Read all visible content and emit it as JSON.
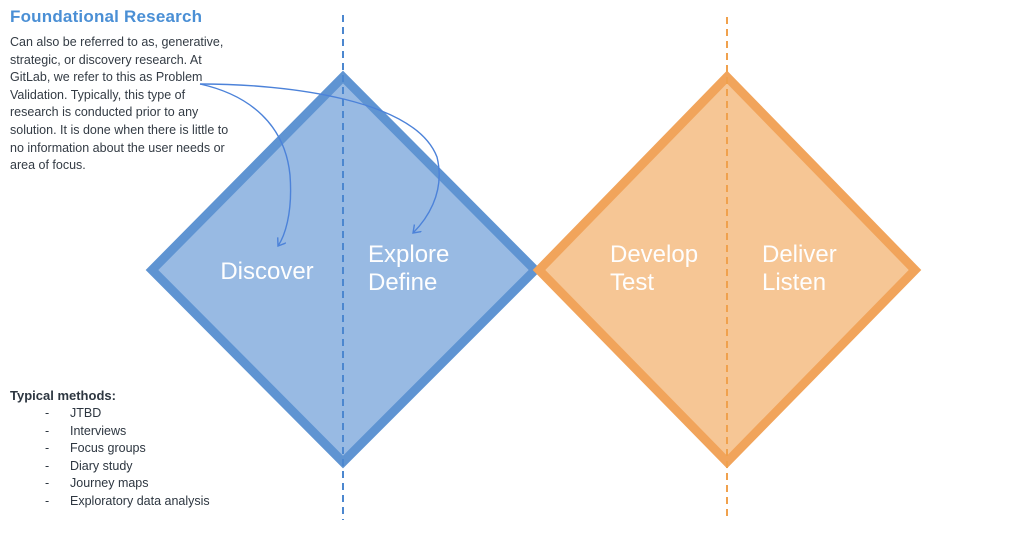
{
  "page": {
    "background": "#FFFFFF"
  },
  "header": {
    "title": "Foundational Research",
    "title_color": "#4A8FD5",
    "description_lines": [
      "Can also be referred to as, generative,",
      "strategic, or discovery research. At",
      "GitLab, we refer to this as Problem",
      "Validation. Typically, this type of",
      "research is conducted prior to any",
      "solution. It is done when there is little to",
      "no information about the user needs or",
      "area of focus."
    ]
  },
  "methods": {
    "heading": "Typical methods:",
    "bullet": "-",
    "items": [
      "JTBD",
      "Interviews",
      "Focus groups",
      "Diary study",
      "Journey maps",
      "Exploratory data analysis"
    ]
  },
  "diagram": {
    "type": "double-diamond",
    "problem_diamond": {
      "fill": "#98BAE3",
      "border": "#5F94D2",
      "divider_color": "#4C87CF",
      "left_phase": "Discover",
      "right_phase": [
        "Explore",
        "Define"
      ]
    },
    "solution_diamond": {
      "fill": "#F6C695",
      "border": "#F1A45B",
      "divider_color": "#F0A14D",
      "left_phase": [
        "Develop",
        "Test"
      ],
      "right_phase": [
        "Deliver",
        "Listen"
      ]
    },
    "annotation_arrows": {
      "color": "#4C82D9",
      "targets": [
        "Discover",
        "Explore"
      ]
    }
  }
}
